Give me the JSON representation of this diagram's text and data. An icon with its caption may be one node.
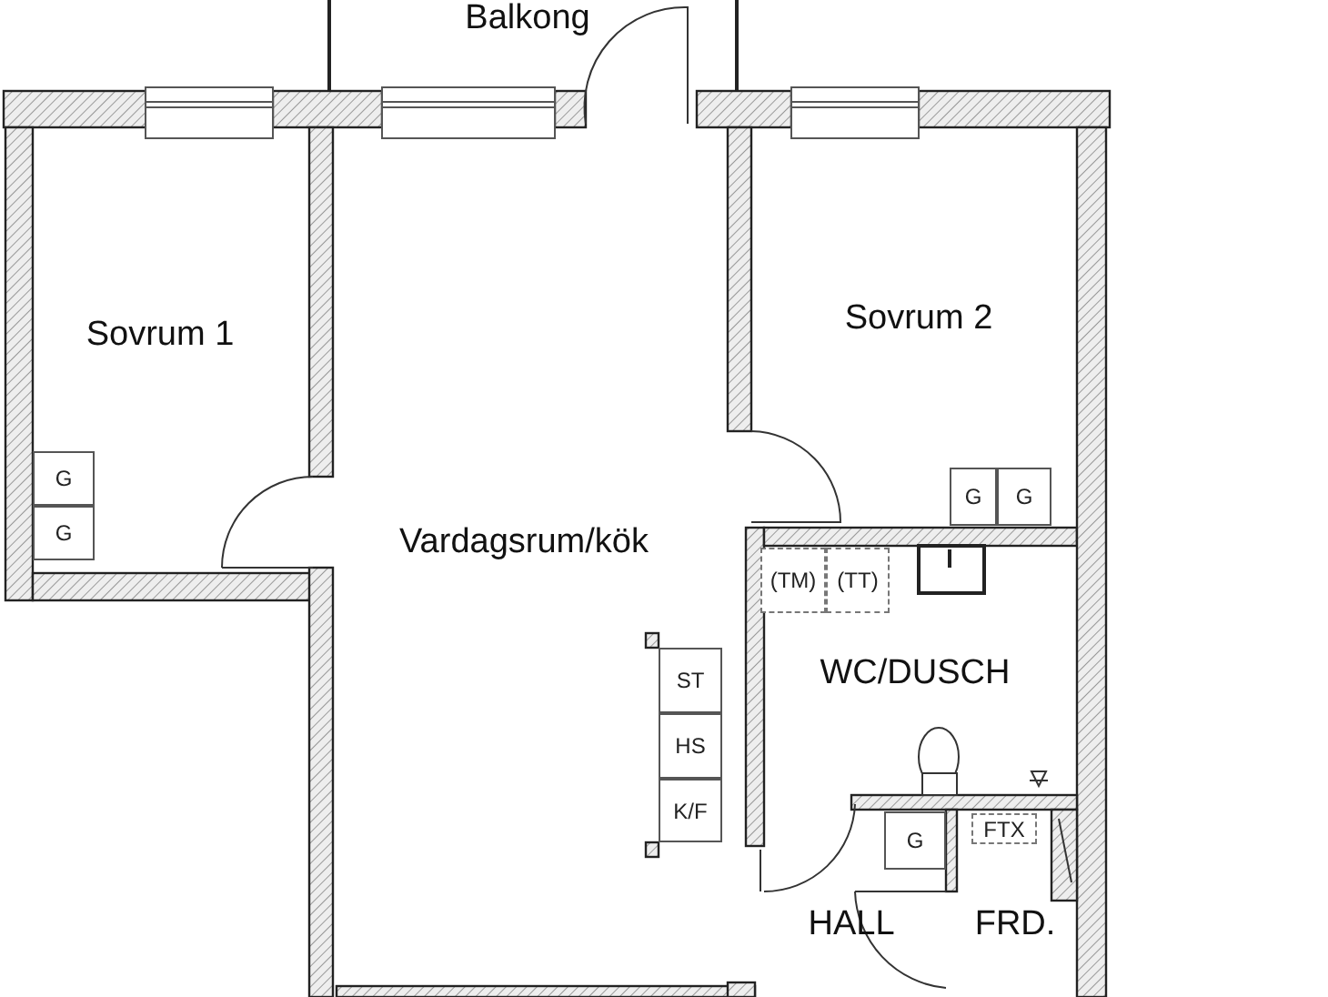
{
  "diagram": {
    "nodes": [
      {
        "text": [
          "G"
        ]
      },
      {
        "text": [
          "G"
        ]
      },
      {
        "text": [
          "G"
        ]
      },
      {
        "text": [
          "G"
        ]
      },
      {
        "text": [
          "(TM)"
        ]
      },
      {
        "text": [
          "(TT)"
        ]
      },
      {
        "text": [
          "ST"
        ]
      },
      {
        "text": [
          "HS"
        ]
      },
      {
        "text": [
          "K/F"
        ]
      },
      {
        "text": [
          "G"
        ]
      },
      {
        "text": [
          "FTX"
        ]
      }
    ],
    "labels": [
      "Balkong",
      "Sovrum 1",
      "Sovrum 2",
      "Vardagsrum/kök",
      "WC/DUSCH",
      "HALL",
      "FRD."
    ]
  }
}
